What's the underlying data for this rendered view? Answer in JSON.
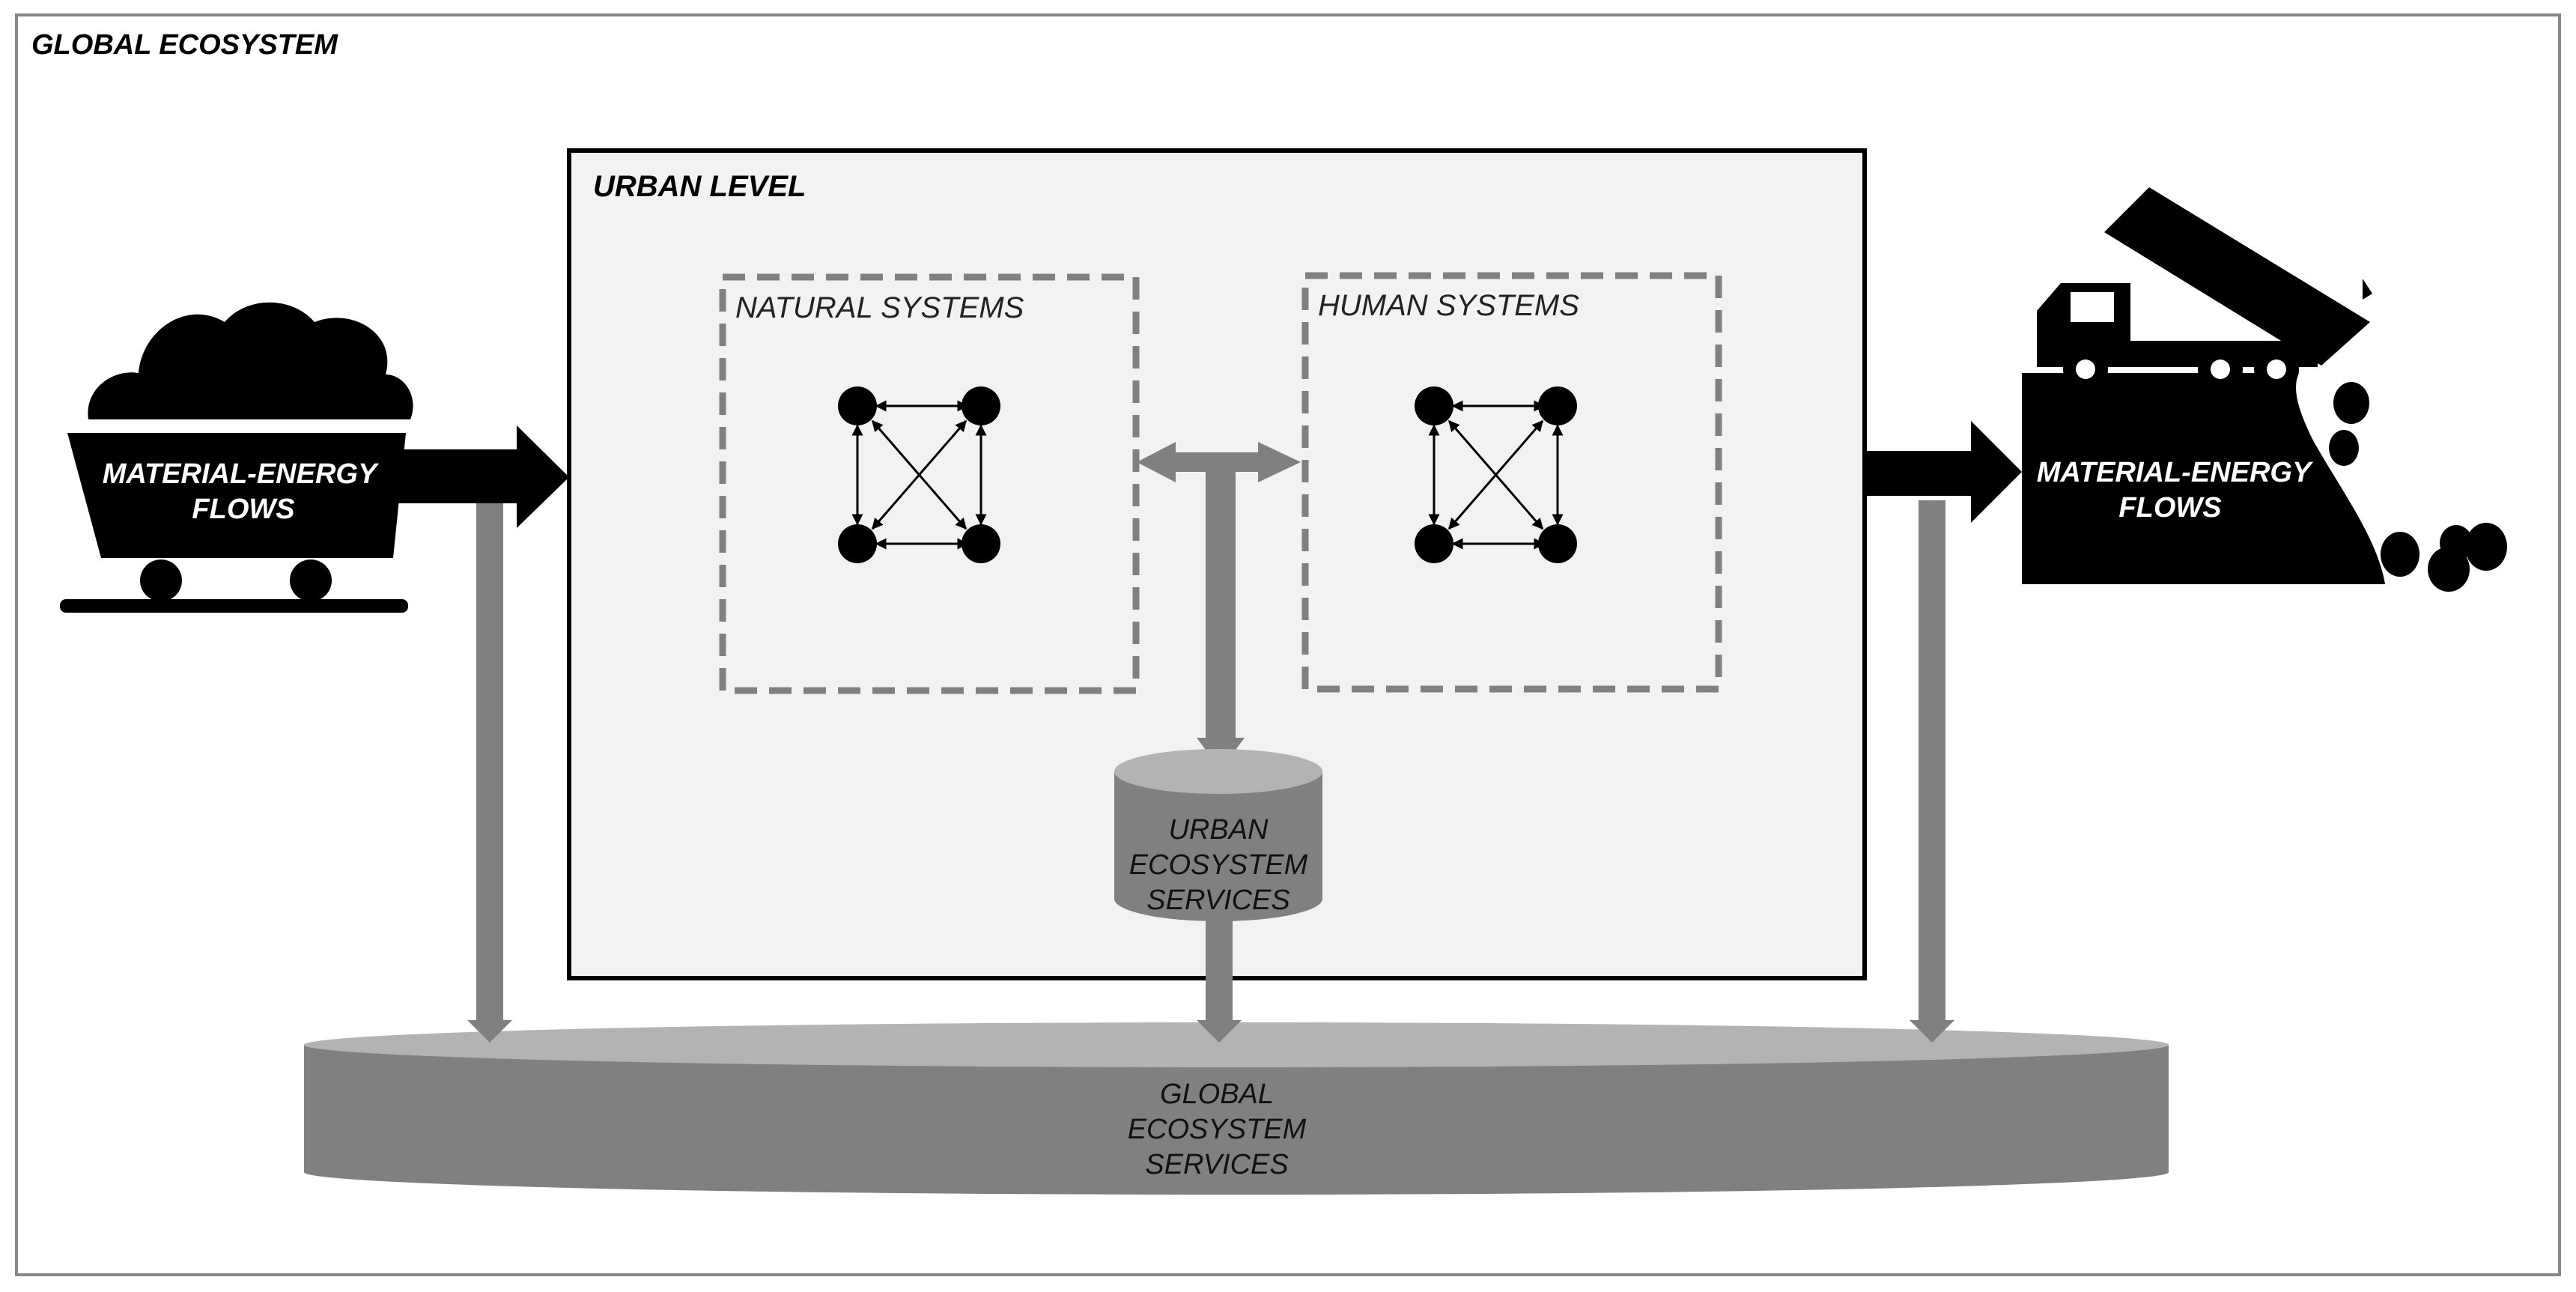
{
  "global": {
    "title": "GLOBAL ECOSYSTEM"
  },
  "urban": {
    "title": "URBAN LEVEL"
  },
  "natural_systems": {
    "label": "NATURAL SYSTEMS"
  },
  "human_systems": {
    "label": "HUMAN SYSTEMS"
  },
  "inflow": {
    "line1": "MATERIAL-ENERGY",
    "line2": "FLOWS"
  },
  "outflow": {
    "line1": "MATERIAL-ENERGY",
    "line2": "FLOWS"
  },
  "urban_services": {
    "line1": "URBAN",
    "line2": "ECOSYSTEM",
    "line3": "SERVICES"
  },
  "global_services": {
    "line1": "GLOBAL",
    "line2": "ECOSYSTEM",
    "line3": "SERVICES"
  },
  "colors": {
    "border": "#888888",
    "urban_fill": "#f2f2f2",
    "dashed": "#808080",
    "arrow_gray": "#808080",
    "cylinder_body": "#808080",
    "cylinder_top": "#b3b3b3",
    "black": "#000000"
  }
}
